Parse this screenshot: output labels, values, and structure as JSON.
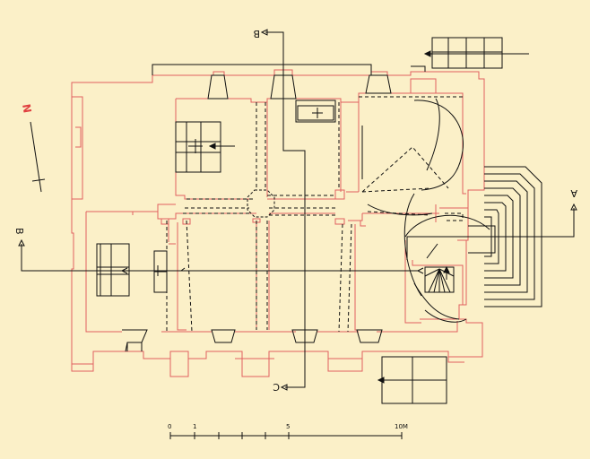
{
  "north_label": "N",
  "section_labels": {
    "a_right": "A",
    "b_top": "B",
    "b_left": "B",
    "c_bottom": "C"
  },
  "scale_bar": {
    "ticks": [
      "0",
      "1",
      "5",
      "10M"
    ]
  },
  "colors": {
    "background": "#fbf0c8",
    "wall_outline": "#e06060",
    "ink": "#111111"
  }
}
